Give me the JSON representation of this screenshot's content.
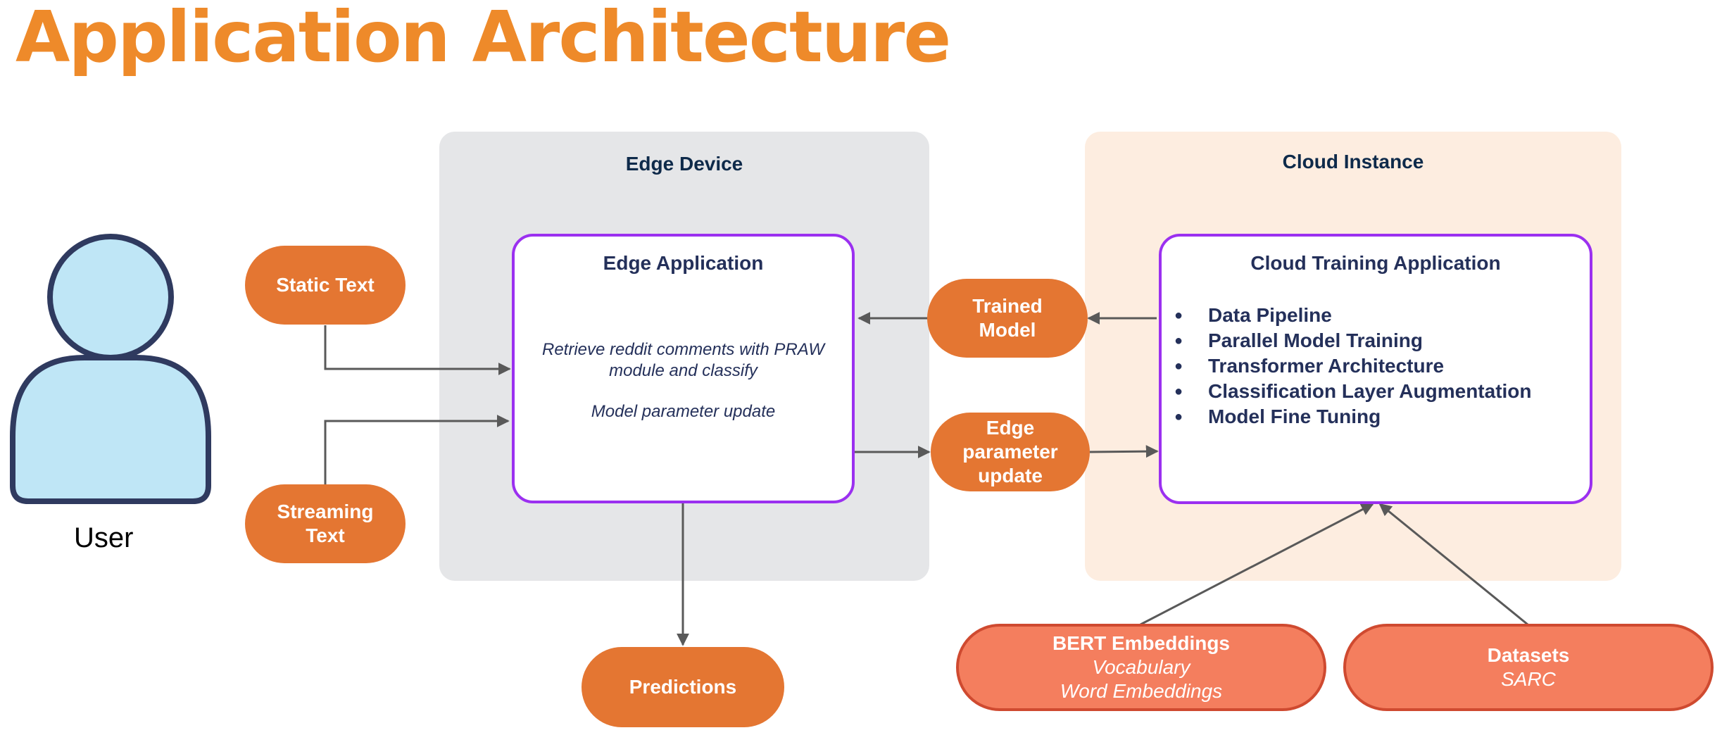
{
  "title": "Application Architecture",
  "actor": {
    "label": "User",
    "icon": "user-icon"
  },
  "inputs": [
    {
      "id": "static-text",
      "label": "Static Text"
    },
    {
      "id": "streaming-text",
      "label": "Streaming Text"
    }
  ],
  "edge_zone": {
    "label": "Edge Device",
    "app": {
      "title": "Edge Application",
      "desc_line1": "Retrieve reddit comments with PRAW",
      "desc_line2": "module and classify",
      "desc_line3": "Model parameter update"
    }
  },
  "cloud_zone": {
    "label": "Cloud Instance",
    "app": {
      "title": "Cloud Training Application",
      "items": [
        "Data Pipeline",
        "Parallel Model Training",
        "Transformer Architecture",
        "Classification Layer Augmentation",
        "Model Fine Tuning"
      ]
    }
  },
  "connectors": {
    "trained_model": {
      "line1": "Trained",
      "line2": "Model"
    },
    "edge_param": {
      "line1": "Edge",
      "line2": "parameter",
      "line3": "update"
    },
    "predictions": "Predictions"
  },
  "resources": {
    "bert": {
      "title": "BERT Embeddings",
      "sub1": "Vocabulary",
      "sub2": "Word Embeddings"
    },
    "datasets": {
      "title": "Datasets",
      "sub1": "SARC"
    }
  },
  "colors": {
    "title": "#ee8a2a",
    "orange_node": "#e47632",
    "red_node": "#f47e5e",
    "app_border": "#9b30f0",
    "edge_zone": "#e5e6e8",
    "cloud_zone": "#fdede0",
    "arrow": "#595959"
  }
}
